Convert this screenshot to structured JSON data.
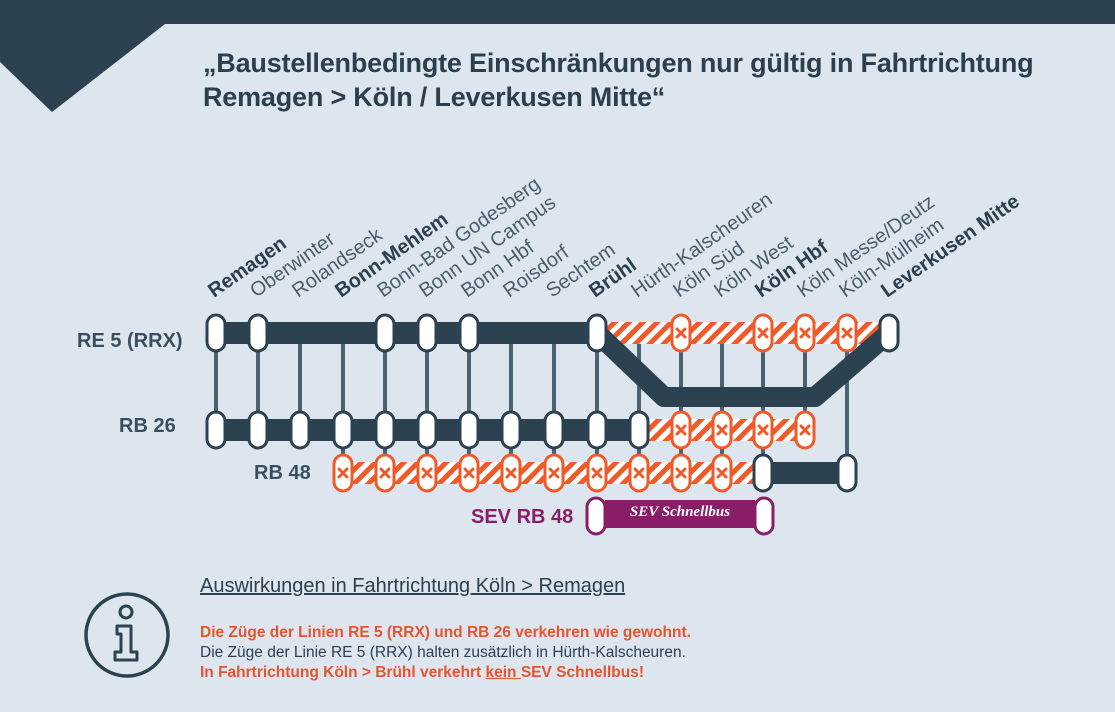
{
  "title": {
    "line1": "„Baustellenbedingte Einschränkungen nur gültig in Fahrtrichtung",
    "line2": "Remagen > Köln / Leverkusen Mitte“"
  },
  "stations": [
    {
      "name": "Remagen",
      "bold": true
    },
    {
      "name": "Oberwinter",
      "bold": false
    },
    {
      "name": "Rolandseck",
      "bold": false
    },
    {
      "name": "Bonn-Mehlem",
      "bold": true
    },
    {
      "name": "Bonn-Bad Godesberg",
      "bold": false
    },
    {
      "name": "Bonn UN Campus",
      "bold": false
    },
    {
      "name": "Bonn Hbf",
      "bold": false
    },
    {
      "name": "Roisdorf",
      "bold": false
    },
    {
      "name": "Sechtem",
      "bold": false
    },
    {
      "name": "Brühl",
      "bold": true
    },
    {
      "name": "Hürth-Kalscheuren",
      "bold": false
    },
    {
      "name": "Köln Süd",
      "bold": false
    },
    {
      "name": "Köln West",
      "bold": false
    },
    {
      "name": "Köln Hbf",
      "bold": true
    },
    {
      "name": "Köln Messe/Deutz",
      "bold": false
    },
    {
      "name": "Köln-Mülheim",
      "bold": false
    },
    {
      "name": "Leverkusen Mitte",
      "bold": true
    }
  ],
  "lines": {
    "re5": "RE 5 (RRX)",
    "rb26": "RB 26",
    "rb48": "RB 48",
    "sev": "SEV RB 48",
    "sev_bus": "SEV Schnellbus"
  },
  "colors": {
    "line": "#2d4250",
    "construction": "#f05a28",
    "sev": "#8a1d67",
    "background": "#dde6ee"
  },
  "info": {
    "icon": "info-icon",
    "heading": "Auswirkungen in Fahrtrichtung Köln > Remagen",
    "line1": "Die Züge der Linien RE 5 (RRX) und RB 26 verkehren wie gewohnt.",
    "line2": "Die Züge der Linie RE 5 (RRX) halten zusätzlich in Hürth-Kalscheuren.",
    "line3_a": "In Fahrtrichtung Köln > Brühl verkehrt ",
    "line3_b": "kein ",
    "line3_c": "SEV Schnellbus!"
  }
}
